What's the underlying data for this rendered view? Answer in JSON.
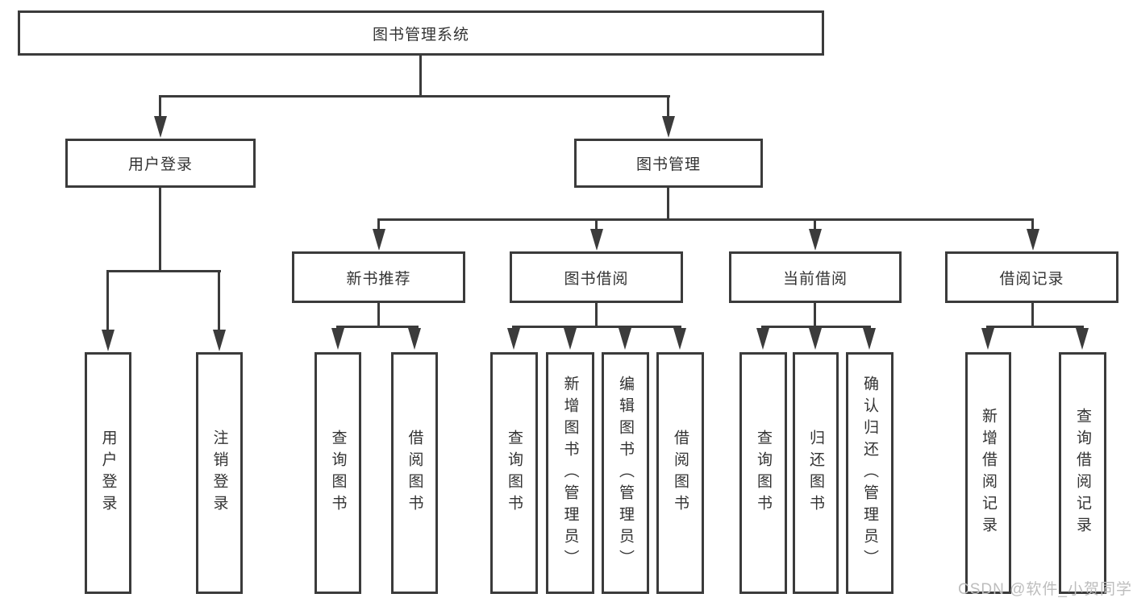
{
  "tree": {
    "label": "图书管理系统",
    "children": [
      {
        "label": "用户登录",
        "children": [
          {
            "label": "用户登录"
          },
          {
            "label": "注销登录"
          }
        ]
      },
      {
        "label": "图书管理",
        "children": [
          {
            "label": "新书推荐",
            "children": [
              {
                "label": "查询图书"
              },
              {
                "label": "借阅图书"
              }
            ]
          },
          {
            "label": "图书借阅",
            "children": [
              {
                "label": "查询图书"
              },
              {
                "label": "新增图书（管理员）"
              },
              {
                "label": "编辑图书（管理员）"
              },
              {
                "label": "借阅图书"
              }
            ]
          },
          {
            "label": "当前借阅",
            "children": [
              {
                "label": "查询图书"
              },
              {
                "label": "归还图书"
              },
              {
                "label": "确认归还（管理员）"
              }
            ]
          },
          {
            "label": "借阅记录",
            "children": [
              {
                "label": "新增借阅记录"
              },
              {
                "label": "查询借阅记录"
              }
            ]
          }
        ]
      }
    ]
  },
  "watermark": "CSDN @软件_小贺同学",
  "colors": {
    "line": "#3b3b3b",
    "box_border": "#3b3b3b",
    "text": "#333333",
    "background": "#ffffff",
    "watermark": "#bdbdbd"
  }
}
